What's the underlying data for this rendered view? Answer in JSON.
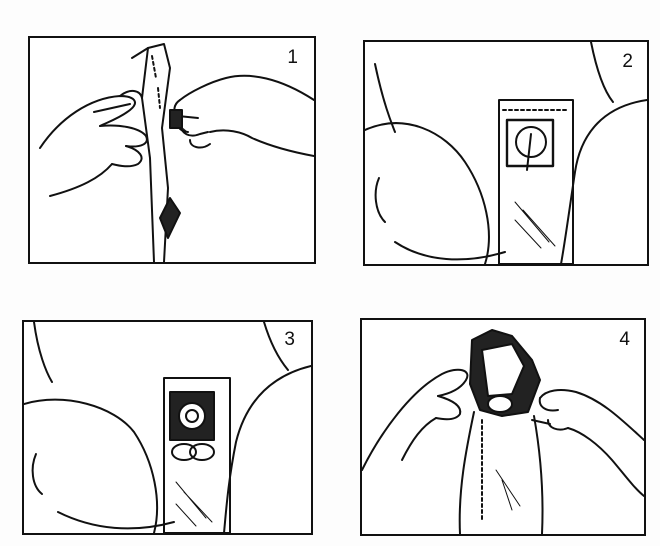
{
  "panels": [
    {
      "step": "1"
    },
    {
      "step": "2"
    },
    {
      "step": "3"
    },
    {
      "step": "4"
    }
  ]
}
